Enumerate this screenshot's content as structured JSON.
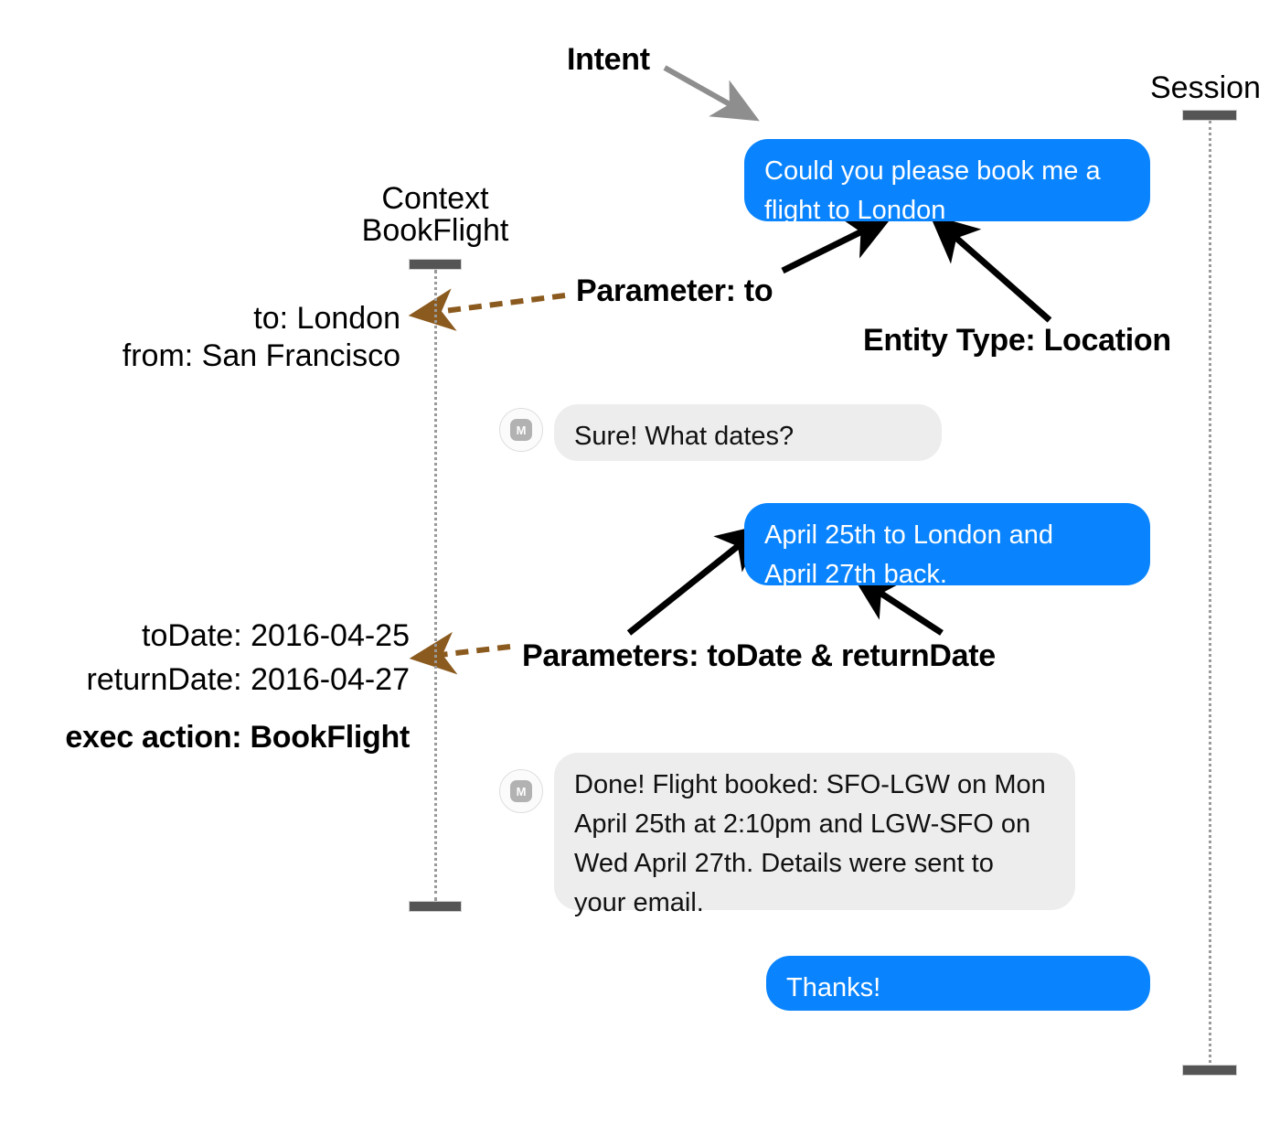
{
  "diagram": {
    "title_labels": {
      "intent": "Intent",
      "session": "Session",
      "context_line1": "Context",
      "context_line2": "BookFlight"
    },
    "context_params": {
      "to": "to: London",
      "from": "from: San Francisco",
      "to_date": "toDate: 2016-04-25",
      "return_date": "returnDate: 2016-04-27",
      "exec_action": "exec action: BookFlight"
    },
    "annotations": {
      "parameter_to": "Parameter: to",
      "entity_type_location": "Entity Type: Location",
      "parameters_dates": "Parameters: toDate & returnDate"
    },
    "conversation": [
      {
        "role": "user",
        "text": "Could you please book me a\nflight to London"
      },
      {
        "role": "agent",
        "avatar_letter": "M",
        "text": "Sure! What dates?"
      },
      {
        "role": "user",
        "text": "April 25th to London and\nApril 27th back."
      },
      {
        "role": "agent",
        "avatar_letter": "M",
        "text": "Done! Flight booked:  SFO-LGW on Mon\nApril 25th at 2:10pm and LGW-SFO on\nWed April 27th. Details were sent to\nyour email."
      },
      {
        "role": "user",
        "text": "Thanks!"
      }
    ],
    "colors": {
      "user_bubble": "#0a84fe",
      "agent_bubble": "#ededed",
      "lifeline": "#555555",
      "intent_arrow": "#8e8e8e",
      "param_arrow": "#8b5a1e",
      "annotation_arrow": "#000000"
    }
  }
}
